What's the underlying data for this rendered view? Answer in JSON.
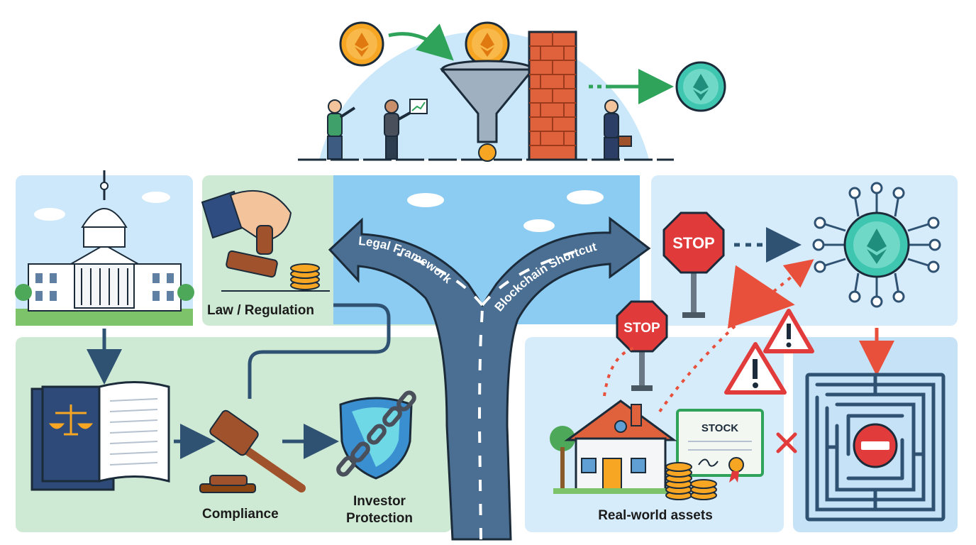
{
  "labels": {
    "law_regulation": "Law / Regulation",
    "compliance": "Compliance",
    "investor_protection_line1": "Investor",
    "investor_protection_line2": "Protection",
    "real_world_assets": "Real-world assets",
    "legal_framework": "Legal Framework",
    "blockchain_shortcut": "Blockchain Shortcut",
    "stop_sign_top": "STOP",
    "stop_sign_bottom": "STOP",
    "stock_certificate": "STOCK"
  },
  "colors": {
    "panel_green": "#cfead4",
    "panel_blue": "#d7ecfb",
    "sky_blue": "#a9d7f5",
    "road": "#4a6f93",
    "arrow_blue": "#2f5273",
    "stop_red": "#e03a3a",
    "coin_orange": "#f6a623",
    "coin_teal": "#3ec6b0",
    "brick": "#e0623c",
    "warning_red": "#e23b3b",
    "dotted_red": "#e8503b"
  },
  "icons": [
    "ether-coin-icon",
    "funnel-icon",
    "brick-wall-icon",
    "capitol-icon",
    "hand-stamp-icon",
    "open-law-book-icon",
    "gavel-icon",
    "shield-chain-icon",
    "stop-sign-icon",
    "warning-icon",
    "house-icon",
    "stock-certificate-icon",
    "network-token-icon",
    "maze-icon",
    "no-entry-icon",
    "cross-icon"
  ]
}
